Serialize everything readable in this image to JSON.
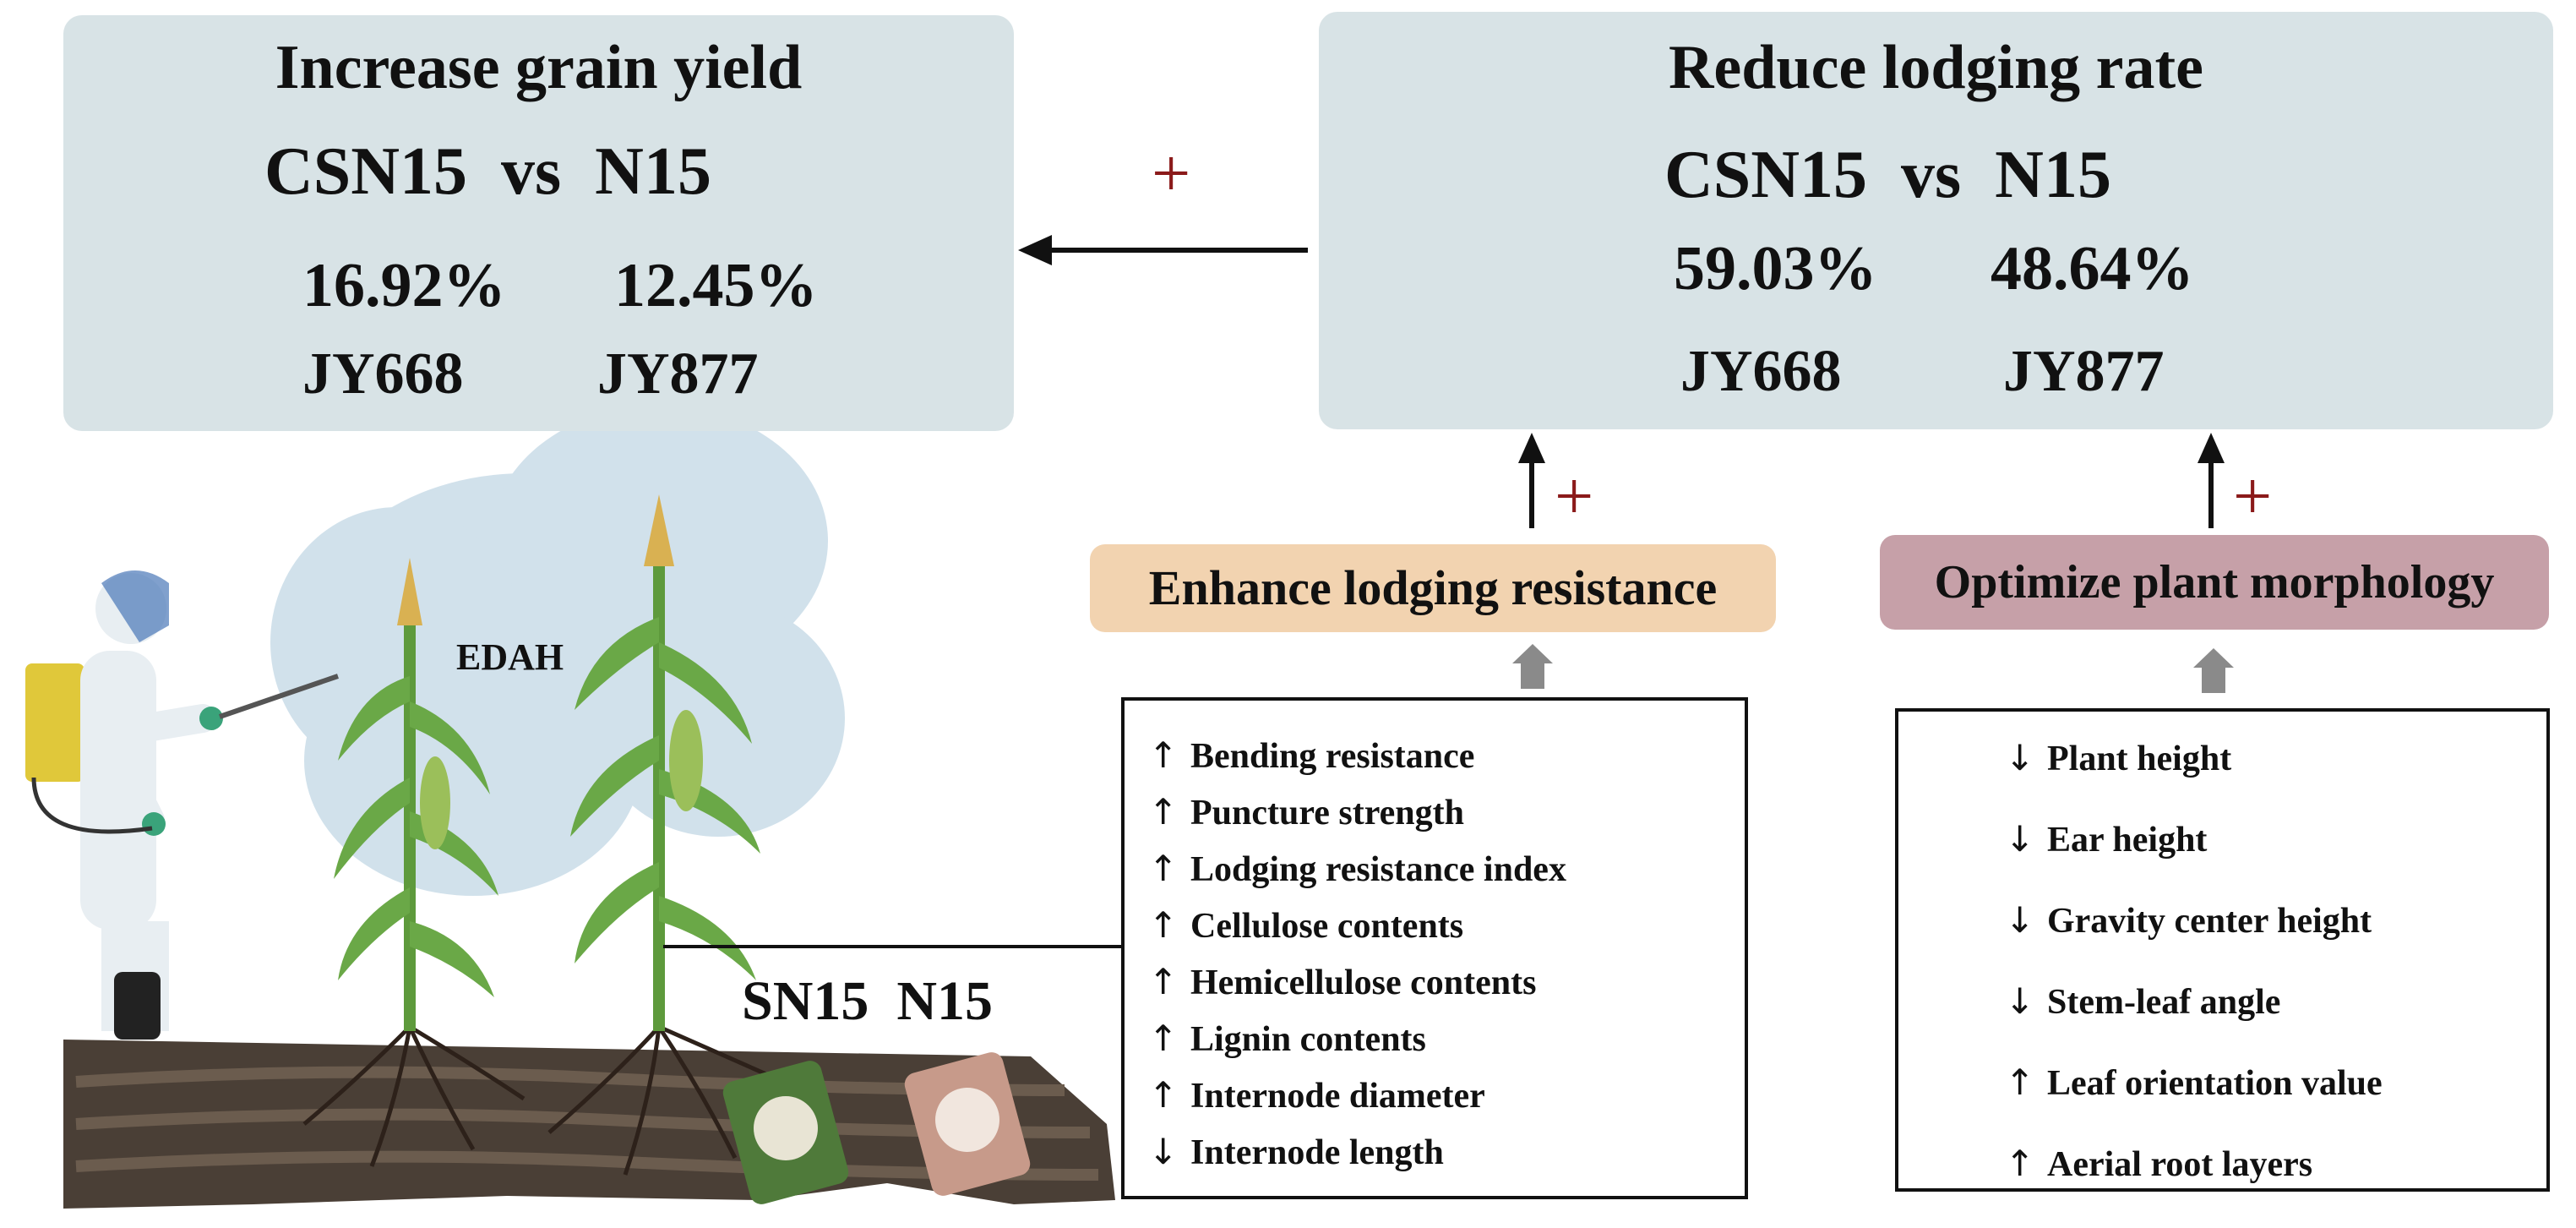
{
  "yield_panel": {
    "title": "Increase grain yield",
    "compare": "CSN15  vs  N15",
    "pct_1": "16.92%",
    "pct_2": "12.45%",
    "variety_1": "JY668",
    "variety_2": "JY877"
  },
  "lodging_panel": {
    "title": "Reduce lodging rate",
    "compare": "CSN15  vs  N15",
    "pct_1": "59.03%",
    "pct_2": "48.64%",
    "variety_1": "JY668",
    "variety_2": "JY877"
  },
  "plus_sign": "+",
  "resistance": {
    "title": "Enhance lodging resistance",
    "items": [
      {
        "arrow": "↑",
        "label": "Bending resistance"
      },
      {
        "arrow": "↑",
        "label": "Puncture strength"
      },
      {
        "arrow": "↑",
        "label": "Lodging resistance index"
      },
      {
        "arrow": "↑",
        "label": "Cellulose contents"
      },
      {
        "arrow": "↑",
        "label": "Hemicellulose contents"
      },
      {
        "arrow": "↑",
        "label": "Lignin contents"
      },
      {
        "arrow": "↑",
        "label": "Internode diameter"
      },
      {
        "arrow": "↓",
        "label": "Internode  length"
      }
    ]
  },
  "morphology": {
    "title": "Optimize plant morphology",
    "items": [
      {
        "arrow": "↓",
        "label": "Plant  height"
      },
      {
        "arrow": "↓",
        "label": "Ear height"
      },
      {
        "arrow": "↓",
        "label": "Gravity center height"
      },
      {
        "arrow": "↓",
        "label": "Stem-leaf angle"
      },
      {
        "arrow": "↑",
        "label": "Leaf orientation value"
      },
      {
        "arrow": "↑",
        "label": "Aerial root layers"
      }
    ]
  },
  "illustration": {
    "spray_label": "EDAH",
    "fert_label": "SN15  N15"
  },
  "colors": {
    "panel_bg": "#d8e3e6",
    "resistance_bg": "#f2d3b0",
    "morphology_bg": "#c6a0a8",
    "plus_red": "#8b1a1a",
    "gray_arrow": "#8a8a8a"
  }
}
